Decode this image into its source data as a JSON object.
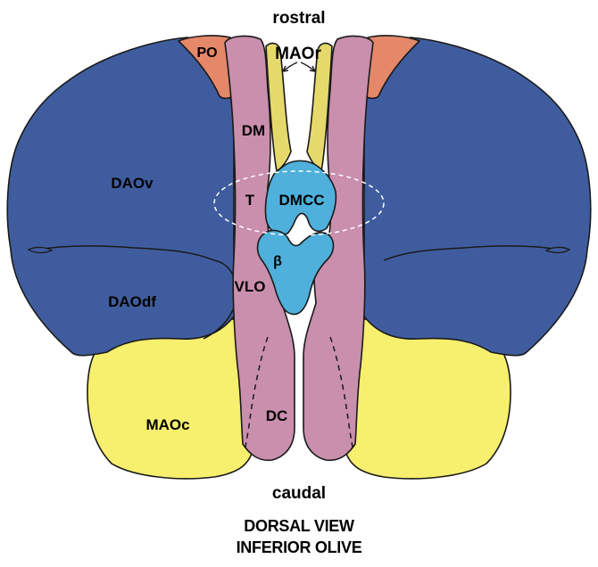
{
  "directions": {
    "top": "rostral",
    "bottom": "caudal"
  },
  "caption": {
    "line1": "DORSAL VIEW",
    "line2": "INFERIOR OLIVE"
  },
  "labels": {
    "po": "PO",
    "maor": "MAOr",
    "dm": "DM",
    "daov": "DAOv",
    "t": "T",
    "dmcc": "DMCC",
    "beta": "β",
    "vlo": "VLO",
    "daodf": "DAOdf",
    "maoc": "MAOc",
    "dc": "DC"
  },
  "colors": {
    "dao_blue": "#3f5d9e",
    "maoc_yellow": "#f7ef6e",
    "mao_strip_yellow": "#e6d96c",
    "po_orange": "#e5886a",
    "pink": "#c98fac",
    "cyan": "#4fb0dc",
    "outline": "#1a1a1a"
  }
}
